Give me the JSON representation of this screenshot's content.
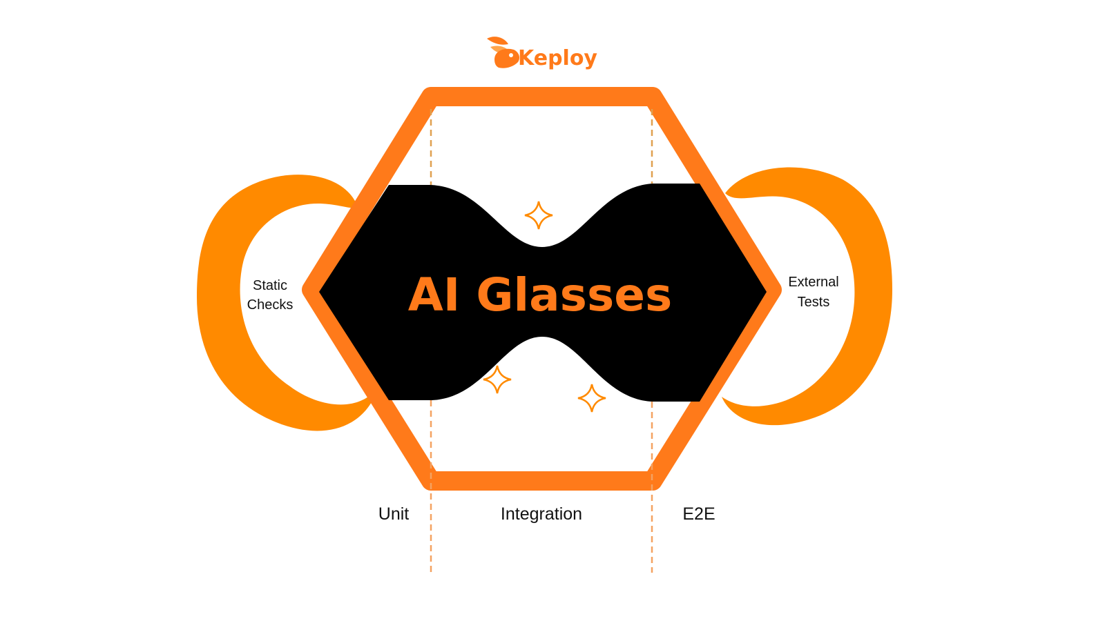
{
  "brand": {
    "name": "Keploy",
    "logo_icon": "rabbit-icon"
  },
  "diagram": {
    "title": "AI Glasses",
    "left_loop_label": [
      "Static",
      "Checks"
    ],
    "right_loop_label": [
      "External",
      "Tests"
    ],
    "columns": [
      "Unit",
      "Integration",
      "E2E"
    ],
    "icons": [
      "sparkle-icon",
      "sparkle-icon",
      "sparkle-icon"
    ]
  },
  "colors": {
    "accent": "#FF7A1A",
    "accent_alt": "#FF8A00",
    "dark": "#000000",
    "text": "#111111",
    "dashed_line": "#F4A261",
    "background": "#FFFFFF"
  }
}
